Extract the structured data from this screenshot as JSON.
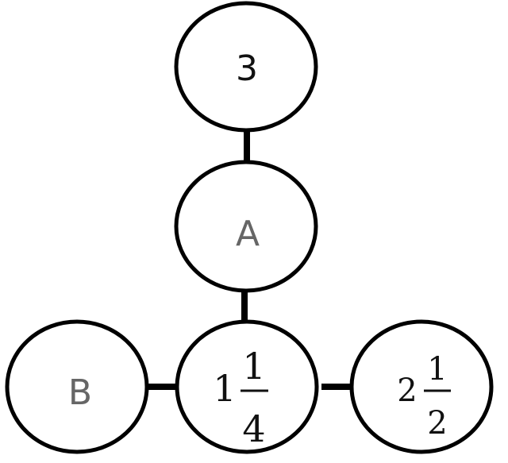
{
  "colors": {
    "stroke": "#000000",
    "number_text": "#111111",
    "letter_text": "#666666",
    "background": "#ffffff"
  },
  "nodes": {
    "top": {
      "label": "3"
    },
    "middle": {
      "label": "A"
    },
    "left": {
      "label": "B"
    },
    "center": {
      "whole": "1",
      "numerator": "1",
      "denominator": "4"
    },
    "right": {
      "whole": "2",
      "numerator": "1",
      "denominator": "2"
    }
  }
}
